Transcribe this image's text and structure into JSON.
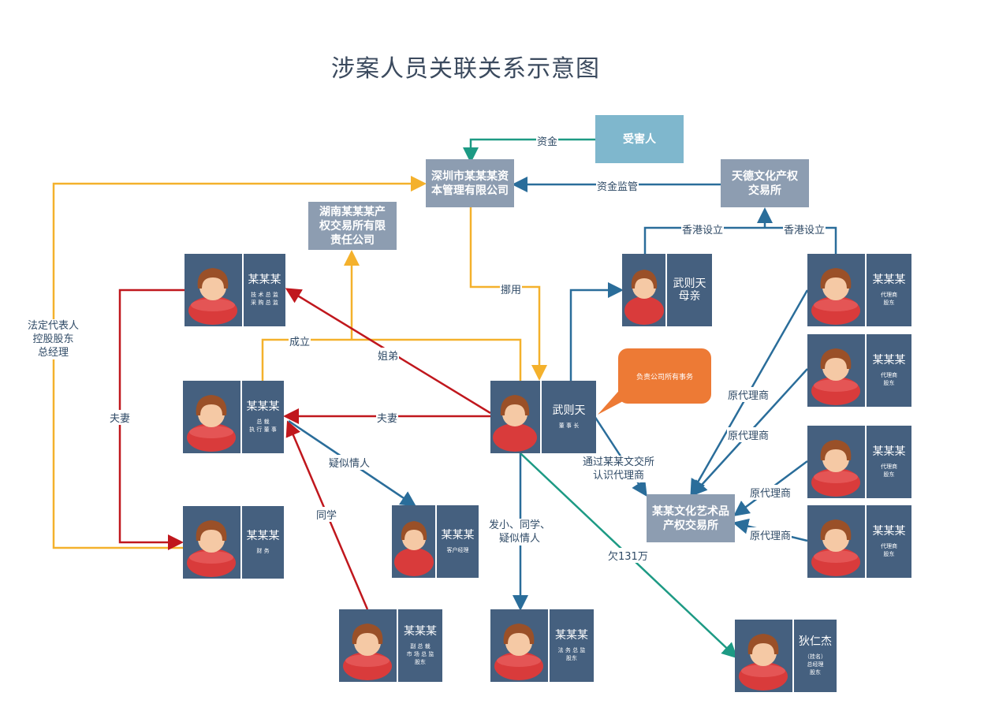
{
  "title": "涉案人员关联关系示意图",
  "colors": {
    "orange": "#f4b12c",
    "red": "#c0171d",
    "blue": "#2a6d9a",
    "teal": "#1d9a84",
    "gray_box": "#8d9db1",
    "light_blue": "#7fb7cd",
    "person_bg": "#45607f",
    "callout": "#ed7a35"
  },
  "orgs": {
    "victim": "受害人",
    "shenzhen": "深圳市某某某资本管理有限公司",
    "tiande": "天德文化产权交易所",
    "hunan": "湖南某某某产权交易所有限责任公司",
    "art": "某某文化艺术品产权交易所"
  },
  "people": {
    "p1": {
      "name": "某某某",
      "role": "技 术 总 监\n采 购 总 监"
    },
    "p2": {
      "name": "某某某",
      "role": "总  裁\n执 行 董 事"
    },
    "p3": {
      "name": "某某某",
      "role": "财  务"
    },
    "p4": {
      "name": "某某某",
      "role": "客户经理"
    },
    "p5": {
      "name": "某某某",
      "role": "副 总 裁\n市 场 总 监\n股东"
    },
    "p6": {
      "name": "某某某",
      "role": "法 务 总 监\n股东"
    },
    "wzt": {
      "name": "武则天",
      "role": "董 事 长"
    },
    "mother": {
      "name": "武则天\n母亲",
      "role": ""
    },
    "agent1": {
      "name": "某某某",
      "role": "代理商\n股东"
    },
    "agent2": {
      "name": "某某某",
      "role": "代理商\n股东"
    },
    "agent3": {
      "name": "某某某",
      "role": "代理商\n股东"
    },
    "agent4": {
      "name": "某某某",
      "role": "代理商\n股东"
    },
    "dirj": {
      "name": "狄仁杰",
      "role": "（挂名）\n总经理\n股东"
    }
  },
  "edge_labels": {
    "fund": "资金",
    "fund_supervision": "资金监管",
    "hk_setup_1": "香港设立",
    "hk_setup_2": "香港设立",
    "misappropriate": "挪用",
    "establish": "成立",
    "siblings": "姐弟",
    "spouse_1": "夫妻",
    "spouse_2": "夫妻",
    "legal_rep": "法定代表人\n控股股东\n总经理",
    "suspected_lover": "疑似情人",
    "classmate": "同学",
    "childhood": "发小、同学、\n疑似情人",
    "owe": "欠131万",
    "via_agent": "通过某某文交所\n认识代理商",
    "former_agent_1": "原代理商",
    "former_agent_2": "原代理商",
    "former_agent_3": "原代理商",
    "former_agent_4": "原代理商"
  },
  "callout": "负责公司所有事务"
}
